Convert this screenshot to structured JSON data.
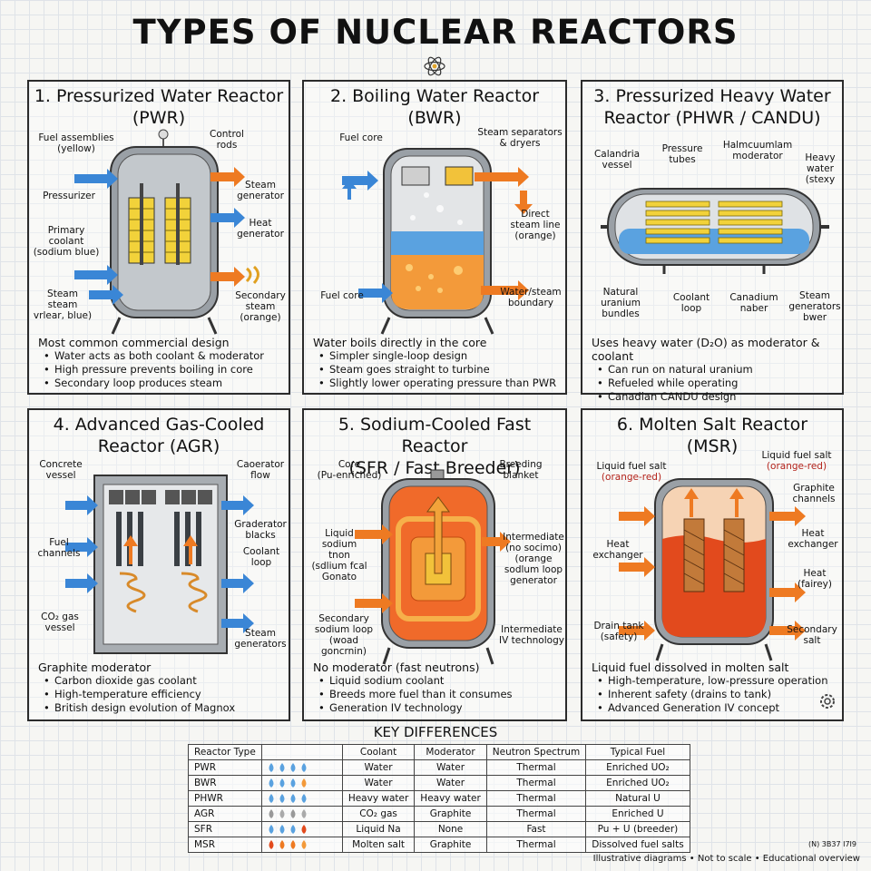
{
  "title": "TYPES OF NUCLEAR REACTORS",
  "panels": {
    "pwr": {
      "title": "1. Pressurized Water Reactor\n(PWR)",
      "labels": {
        "fuel": "Fuel assemblies\n(yellow)",
        "control": "Control\nrods",
        "pressurizer": "Pressurizer",
        "steam_gen": "Steam\ngenerator",
        "primary": "Primary\ncoolant\n(sodium blue)",
        "heat_gen": "Heat\ngenerator",
        "steam_left": "Steam\nsteam\nvrlear, blue)",
        "secondary": "Secondary\nsteam\n(orange)"
      },
      "desc_head": "Most common commercial design",
      "bullets": [
        "Water acts as both coolant & moderator",
        "High pressure prevents boiling in core",
        "Secondary loop produces steam"
      ]
    },
    "bwr": {
      "title": "2. Boiling Water Reactor\n(BWR)",
      "labels": {
        "fuel_core_top": "Fuel core",
        "separators": "Steam separators\n& dryers",
        "direct": "Direct\nsteam line\n(orange)",
        "fuel_core": "Fuel core",
        "boundary": "Water/steam\nboundary"
      },
      "desc_head": "Water boils directly in the core",
      "bullets": [
        "Simpler single-loop design",
        "Steam goes straight to turbine",
        "Slightly lower operating pressure than PWR"
      ]
    },
    "phwr": {
      "title": "3. Pressurized Heavy Water\nReactor (PHWR / CANDU)",
      "labels": {
        "calandria": "Calandria\nvessel",
        "tubes": "Pressure\ntubes",
        "moderator": "Halmcuumlam\nmoderator",
        "heavy": "Heavy\nwater\n(stexy",
        "natural": "Natural\nuranium\nbundles",
        "coolant": "Coolant\nloop",
        "canadium": "Canadium\nnaber",
        "steam_gen": "Steam\ngenerators\nbwer"
      },
      "desc_head": "Uses heavy water (D₂O) as moderator & coolant",
      "bullets": [
        "Can run on natural uranium",
        "Refueled while operating",
        "Canadian CANDU design"
      ]
    },
    "agr": {
      "title": "4. Advanced Gas-Cooled\nReactor (AGR)",
      "labels": {
        "concrete": "Concrete\nvessel",
        "coolant_flow": "Caoerator\nflow",
        "graphite": "Graderator\nblacks",
        "fuel": "Fuel\nchannels",
        "coolant_loop": "Coolant\nloop",
        "co2": "CO₂ gas\nvessel",
        "steam_gen": "Steam\ngenerators"
      },
      "desc_head": "Graphite moderator",
      "bullets": [
        "Carbon dioxide gas coolant",
        "High-temperature efficiency",
        "British design evolution of Magnox"
      ]
    },
    "sfr": {
      "title": "5. Sodium-Cooled Fast Reactor\n(SFR / Fast Breeder)",
      "labels": {
        "core": "Core\n(Pu-enriched)",
        "blanket": "Breeding\nblanket",
        "liquid": "Liquid sodium\ntnon\n(sdlium fcal\nGonato",
        "intermediate": "Intermediate\n(no socimo)\n(orange\nsodlum loop\ngenerator",
        "secondary": "Secondary\nsodium loop\n(woad goncrnin)",
        "intermediate2": "Intermediate\nIV technology"
      },
      "desc_head": "No moderator (fast neutrons)",
      "bullets": [
        "Liquid sodium coolant",
        "Breeds more fuel than it consumes",
        "Generation IV technology"
      ]
    },
    "msr": {
      "title": "6. Molten Salt Reactor\n(MSR)",
      "labels": {
        "liquid_left": "Liquid fuel salt",
        "liquid_left_sub": "(orange-red)",
        "liquid_right": "Liquid fuel salt",
        "liquid_right_sub": "(orange-red)",
        "graphite": "Graphite\nchannels",
        "heat_ex_left": "Heat\nexchanger",
        "heat_ex_right": "Heat\nexchanger",
        "heat": "Heat\n(fairey)",
        "drain": "Drain tank\n(safety)",
        "secondary": "Secondary\nsalt"
      },
      "desc_head": "Liquid fuel dissolved in molten salt",
      "bullets": [
        "High-temperature, low-pressure operation",
        "Inherent safety (drains to tank)",
        "Advanced Generation IV concept"
      ]
    }
  },
  "key_differences": {
    "title": "KEY DIFFERENCES",
    "headers": [
      "Reactor Type",
      "",
      "Coolant",
      "Moderator",
      "Neutron Spectrum",
      "Typical Fuel"
    ],
    "rows": [
      {
        "type": "PWR",
        "icon": "blue-drops",
        "coolant": "Water",
        "moderator": "Water",
        "spectrum": "Thermal",
        "fuel": "Enriched UO₂"
      },
      {
        "type": "BWR",
        "icon": "blue-orange-drops",
        "coolant": "Water",
        "moderator": "Water",
        "spectrum": "Thermal",
        "fuel": "Enriched UO₂"
      },
      {
        "type": "PHWR",
        "icon": "blue-drops",
        "coolant": "Heavy water",
        "moderator": "Heavy water",
        "spectrum": "Thermal",
        "fuel": "Natural U"
      },
      {
        "type": "AGR",
        "icon": "gray-dots",
        "coolant": "CO₂ gas",
        "moderator": "Graphite",
        "spectrum": "Thermal",
        "fuel": "Enriched U"
      },
      {
        "type": "SFR",
        "icon": "blue-drops-red-drop",
        "coolant": "Liquid Na",
        "moderator": "None",
        "spectrum": "Fast",
        "fuel": "Pu + U (breeder)"
      },
      {
        "type": "MSR",
        "icon": "orange-drops",
        "coolant": "Molten salt",
        "moderator": "Graphite",
        "spectrum": "Thermal",
        "fuel": "Dissolved fuel salts"
      }
    ]
  },
  "footer": {
    "code": "(N) 3B37 I7I9",
    "note": "Illustrative diagrams • Not to scale • Educational overview"
  },
  "colors": {
    "coolant_blue": "#3a86d6",
    "steam_orange": "#ee7a22",
    "fuel_yellow": "#f2d23a",
    "vessel_gray": "#8e9398",
    "molten_red": "#e24a1d"
  },
  "icons": [
    "atom-icon",
    "gear-icon"
  ]
}
